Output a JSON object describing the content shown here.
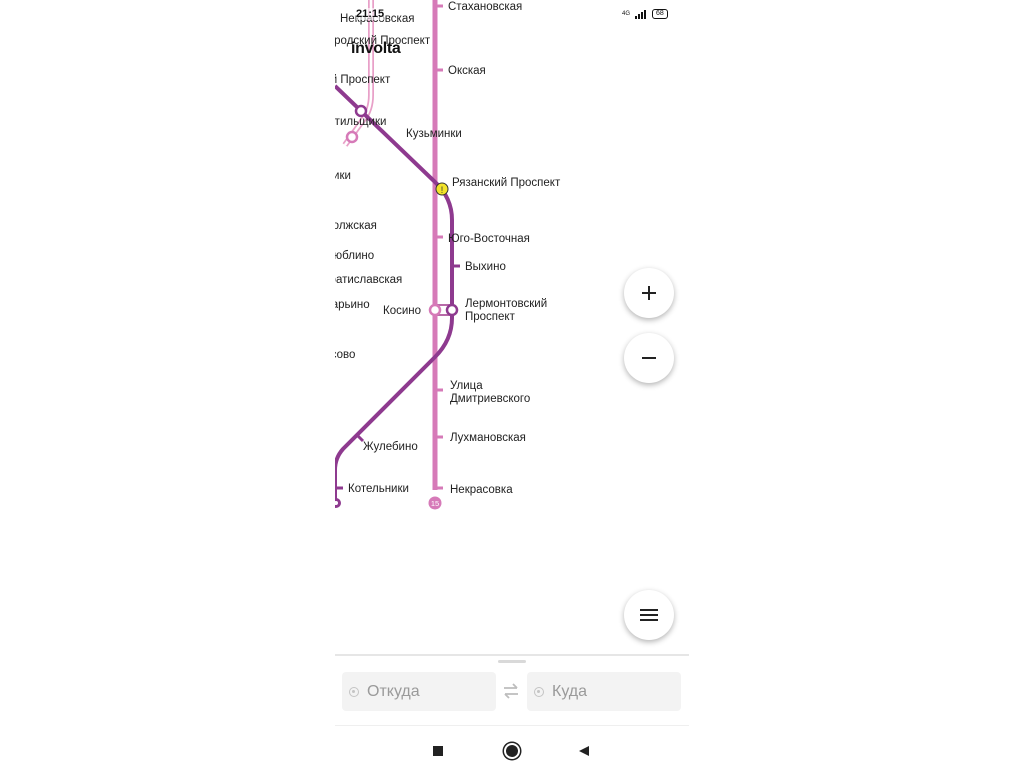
{
  "status_bar": {
    "time": "21:15",
    "battery": "68",
    "network": "4G"
  },
  "brand": "involta",
  "colors": {
    "line15": "#d67ab8",
    "line7": "#8e3a8f",
    "line15_light": "#f0b8d8",
    "transfer": "#f2e32a"
  },
  "stations": {
    "nekrasovskaya_top": "Некрасовская",
    "stakhanovskaya": "Стахановская",
    "nizhegorodsky": "Нижегородский Проспект",
    "okskaya": "Окская",
    "tekstilshchiki": "Текстильщики",
    "volgogradsky": "Волгоградский Проспект",
    "kuzminki": "Кузьминки",
    "pechatniki": "Печатники",
    "ryazansky": "Рязанский Проспект",
    "volzhskaya": "Волжская",
    "yugo_vostochnaya": "Юго-Восточная",
    "lyublino": "Люблино",
    "vykhino": "Выхино",
    "bratislavskaya": "Братиславская",
    "lermontovsky_1": "Лермонтовский",
    "lermontovsky_2": "Проспект",
    "maryino": "Марьино",
    "kosino": "Косино",
    "borisovo": "Борисово",
    "dmitrievskogo_1": "Улица",
    "dmitrievskogo_2": "Дмитриевского",
    "zhulebino": "Жулебино",
    "lukhmanovskaya": "Лухмановская",
    "kotelniki": "Котельники",
    "nekrasovka": "Некрасовка"
  },
  "line_badge": "15",
  "route": {
    "from_placeholder": "Откуда",
    "to_placeholder": "Куда"
  },
  "icons": {
    "zoom_in": "plus-icon",
    "zoom_out": "minus-icon",
    "menu": "hamburger-icon",
    "swap": "swap-arrows-icon",
    "nav_recent": "square-icon",
    "nav_home": "circle-icon",
    "nav_back": "triangle-back-icon"
  }
}
